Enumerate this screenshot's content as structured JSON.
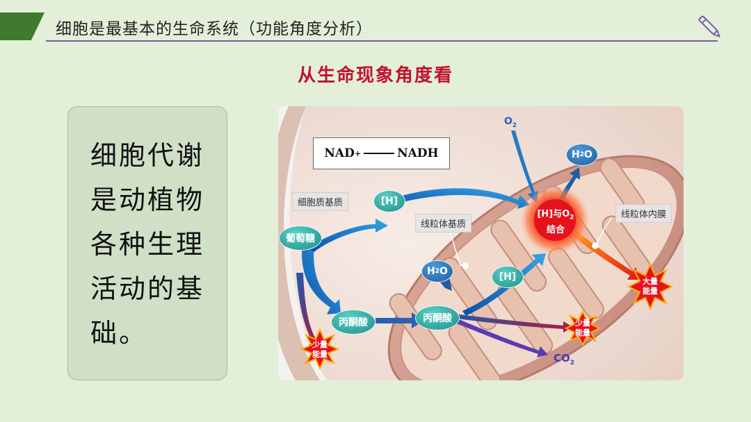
{
  "header": {
    "title": "细胞是最基本的生命系统（功能角度分析）"
  },
  "subtitle": "从生命现象角度看",
  "textbox": {
    "lines": [
      "细胞代谢",
      "是动植物",
      "各种生理",
      "活动的基",
      "础。"
    ]
  },
  "diagram": {
    "nad_from": "NAD",
    "nad_sup": "+",
    "nad_to": "NADH",
    "labels": {
      "cytoplasm": "细胞质基质",
      "matrix": "线粒体基质",
      "inner_membrane": "线粒体内膜"
    },
    "nodes": {
      "glucose": "葡萄糖",
      "h_top": "[H]",
      "pyruvate_left": "丙酮酸",
      "pyruvate_right": "丙酮酸",
      "h2o_matrix_pre": "H",
      "h2o_matrix_sub": "2",
      "h2o_matrix_post": "O",
      "h_mid": "[H]",
      "h2o_top_pre": "H",
      "h2o_top_sub": "2",
      "h2o_top_post": "O",
      "combine_line1_pre": "[H]与O",
      "combine_line1_sub": "2",
      "combine_line2": "结合"
    },
    "molecules": {
      "o2_pre": "O",
      "o2_sub": "2",
      "co2_pre": "CO",
      "co2_sub": "2"
    },
    "energy": {
      "small_left_1": "少量",
      "small_left_2": "能量",
      "small_right_1": "少量",
      "small_right_2": "能量",
      "large_1": "大量",
      "large_2": "能量"
    }
  }
}
